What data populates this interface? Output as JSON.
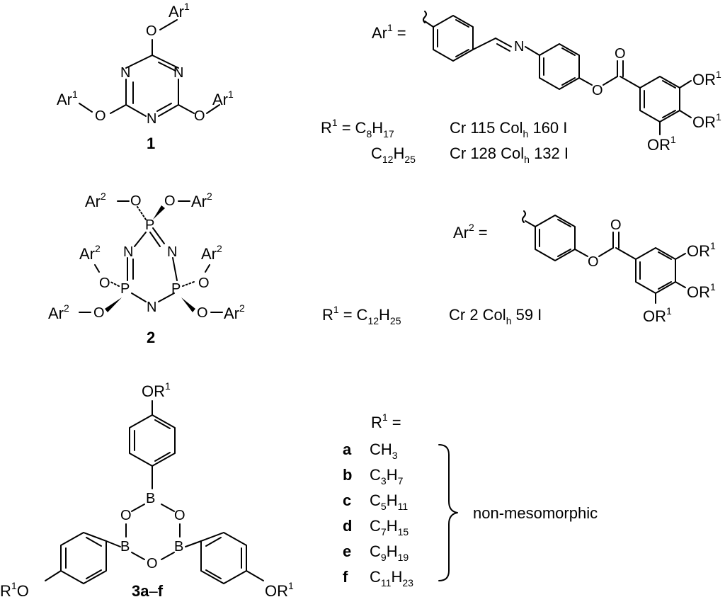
{
  "compound1": {
    "number": "1",
    "ar_label": "Ar",
    "ar_sup": "1",
    "atom_O": "O",
    "atom_N": "N",
    "R_eq": "R",
    "R_sup": "1",
    "eq": "=",
    "r_C8": "C",
    "r_C8_s1": "8",
    "r_C8_H": "H",
    "r_C8_s2": "17",
    "phase1": "Cr 115 Col",
    "phase1_sub": "h",
    "phase1_end": " 160 I",
    "r_C12": "C",
    "r_C12_s1": "12",
    "r_C12_H": "H",
    "r_C12_s2": "25",
    "phase2": "Cr 128 Col",
    "phase2_sub": "h",
    "phase2_end": " 132 I",
    "imine_N": "N",
    "OR": "OR",
    "OR_sup": "1"
  },
  "compound2": {
    "number": "2",
    "ar_label": "Ar",
    "ar_sup": "2",
    "atom_O": "O",
    "atom_N": "N",
    "atom_P": "P",
    "R_eq": "R",
    "R_sup": "1",
    "eq": "=",
    "r_C12": "C",
    "r_C12_s1": "12",
    "r_C12_H": "H",
    "r_C12_s2": "25",
    "phase": "Cr 2 Col",
    "phase_sub": "h",
    "phase_end": " 59 I",
    "OR": "OR",
    "OR_sup": "1"
  },
  "compound3": {
    "number": "3a",
    "number_dash": "–",
    "number_f": "f",
    "OR": "OR",
    "OR_sup": "1",
    "RO": "R",
    "RO_sup": "1",
    "RO_O": "O",
    "atom_B": "B",
    "atom_O": "O",
    "R_label": "R",
    "R_sup": "1",
    "eq": "=",
    "variants": [
      {
        "letter": "a",
        "text": "CH",
        "sub": "3",
        "tail": ""
      },
      {
        "letter": "b",
        "text": "C",
        "s1": "3",
        "h": "H",
        "s2": "7"
      },
      {
        "letter": "c",
        "text": "C",
        "s1": "5",
        "h": "H",
        "s2": "11"
      },
      {
        "letter": "d",
        "text": "C",
        "s1": "7",
        "h": "H",
        "s2": "15"
      },
      {
        "letter": "e",
        "text": "C",
        "s1": "9",
        "h": "H",
        "s2": "19"
      },
      {
        "letter": "f",
        "text": "C",
        "s1": "11",
        "h": "H",
        "s2": "23"
      }
    ],
    "note": "non-mesomorphic"
  }
}
